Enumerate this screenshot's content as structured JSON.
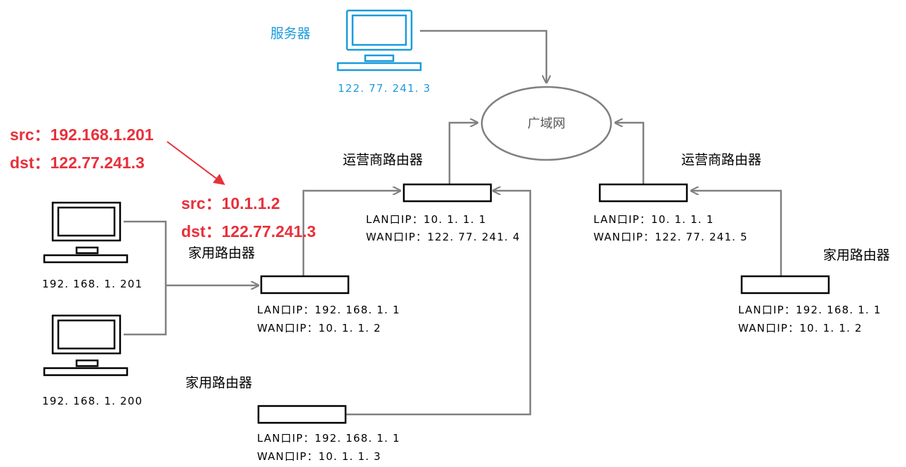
{
  "server": {
    "label": "服务器",
    "ip": "122. 77. 241. 3",
    "color": "#1a9bdc"
  },
  "wan_cloud": {
    "label": "广域网"
  },
  "packet_annotations": {
    "color": "#e8303a",
    "before_nat": {
      "src": "src：192.168.1.201",
      "dst": "dst：122.77.241.3"
    },
    "after_nat": {
      "src": "src：10.1.1.2",
      "dst": "dst：122.77.241.3"
    }
  },
  "hosts": [
    {
      "ip": "192. 168. 1. 201"
    },
    {
      "ip": "192. 168. 1. 200"
    }
  ],
  "isp_routers": [
    {
      "title": "运营商路由器",
      "lan": "LAN口IP：10. 1. 1. 1",
      "wan": "WAN口IP：122. 77. 241. 4"
    },
    {
      "title": "运营商路由器",
      "lan": "LAN口IP：10. 1. 1. 1",
      "wan": "WAN口IP：122. 77. 241. 5"
    }
  ],
  "home_routers": [
    {
      "title": "家用路由器",
      "lan": "LAN口IP：192. 168. 1. 1",
      "wan": "WAN口IP：10. 1. 1. 2"
    },
    {
      "title": "家用路由器",
      "lan": "LAN口IP：192. 168. 1. 1",
      "wan": "WAN口IP：10. 1. 1. 3"
    },
    {
      "title": "家用路由器",
      "lan": "LAN口IP：192. 168. 1. 1",
      "wan": "WAN口IP：10. 1. 1. 2"
    }
  ]
}
